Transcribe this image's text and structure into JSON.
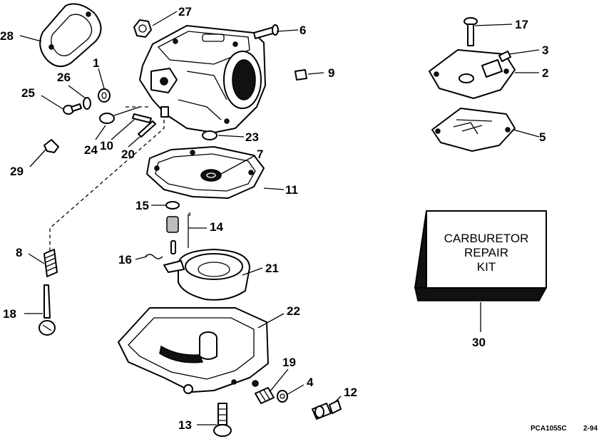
{
  "callouts": {
    "c1": "1",
    "c2": "2",
    "c3": "3",
    "c4": "4",
    "c5": "5",
    "c6": "6",
    "c7": "7",
    "c8": "8",
    "c9": "9",
    "c10": "10",
    "c11": "11",
    "c12": "12",
    "c13": "13",
    "c14": "14",
    "c15": "15",
    "c16": "16",
    "c17": "17",
    "c18": "18",
    "c19": "19",
    "c20": "20",
    "c21": "21",
    "c22": "22",
    "c23": "23",
    "c24": "24",
    "c25": "25",
    "c26": "26",
    "c27": "27",
    "c28": "28",
    "c29": "29",
    "c30": "30"
  },
  "kit_box": {
    "line1": "CARBURETOR",
    "line2": "REPAIR",
    "line3": "KIT"
  },
  "footer": {
    "figure_code": "PCA1055C",
    "date": "2-94"
  }
}
